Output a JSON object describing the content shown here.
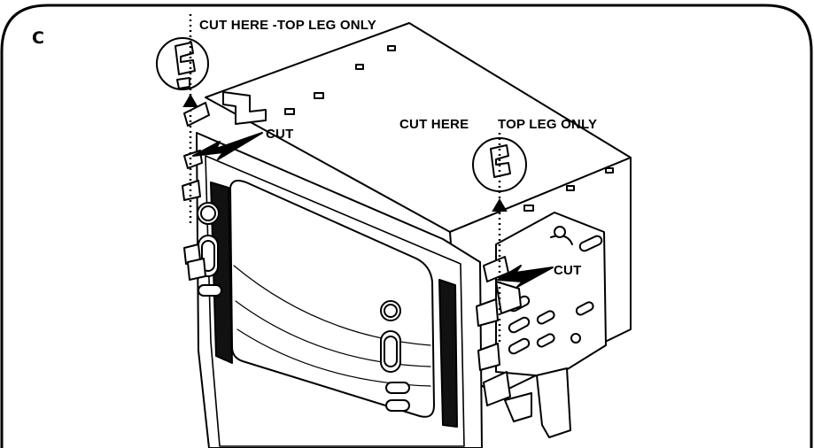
{
  "panel": {
    "letter": "C"
  },
  "callouts": {
    "left_cut_here": "CUT HERE -TOP LEG ONLY",
    "right_cut_here": "CUT HERE",
    "right_top_leg": "TOP LEG ONLY",
    "left_cut": "CUT",
    "right_cut": "CUT"
  }
}
